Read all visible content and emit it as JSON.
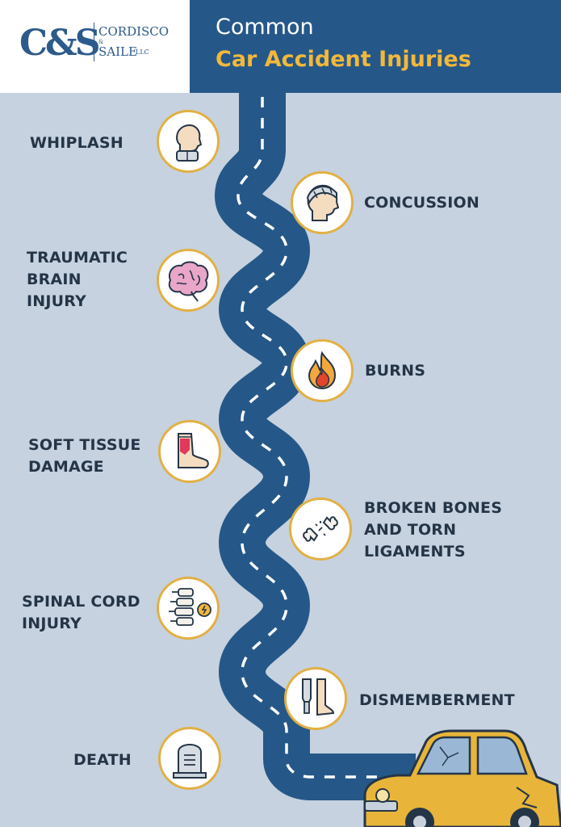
{
  "brand": {
    "mark": "C&S",
    "name_line1": "CORDISCO",
    "ampersand": "&",
    "name_line2": "SAILE",
    "suffix": "LLC",
    "color": "#2d5a8c"
  },
  "header": {
    "title_line1": "Common",
    "title_line2": "Car Accident Injuries",
    "background": "#255888",
    "accent": "#f3b83b"
  },
  "injuries": [
    {
      "icon": "neck-brace-icon",
      "lines": [
        "WHIPLASH"
      ]
    },
    {
      "icon": "bandaged-head-icon",
      "lines": [
        "CONCUSSION"
      ]
    },
    {
      "icon": "brain-icon",
      "lines": [
        "TRAUMATIC",
        "BRAIN",
        "INJURY"
      ]
    },
    {
      "icon": "flame-icon",
      "lines": [
        "BURNS"
      ]
    },
    {
      "icon": "injured-foot-icon",
      "lines": [
        "SOFT TISSUE",
        "DAMAGE"
      ]
    },
    {
      "icon": "broken-bone-icon",
      "lines": [
        "BROKEN BONES",
        "AND TORN",
        "LIGAMENTS"
      ]
    },
    {
      "icon": "spine-icon",
      "lines": [
        "SPINAL CORD",
        "INJURY"
      ]
    },
    {
      "icon": "amputated-leg-icon",
      "lines": [
        "DISMEMBERMENT"
      ]
    },
    {
      "icon": "tombstone-icon",
      "lines": [
        "DEATH"
      ]
    }
  ],
  "colors": {
    "background": "#c6d2df",
    "road": "#255888",
    "icon_ring": "#e2b043",
    "label_text": "#253548",
    "car": "#e8b53a"
  }
}
